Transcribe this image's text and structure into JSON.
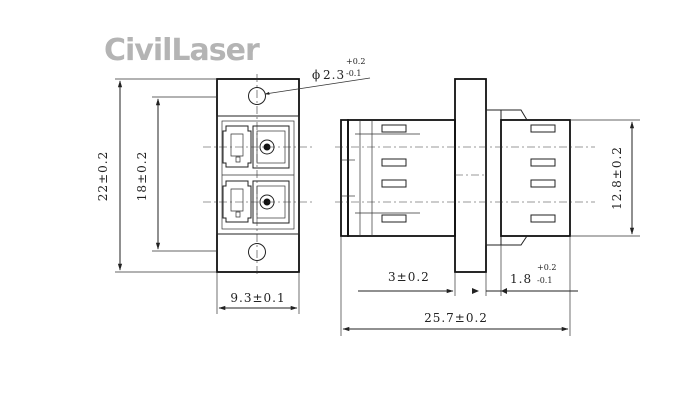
{
  "brand": {
    "logo_text": "CivilLaser",
    "logo_color": "#b4b4b4"
  },
  "dimensions": {
    "hole_diameter": {
      "symbol": "ϕ",
      "value": "2.3",
      "tol_upper": "+0.2",
      "tol_lower": "-0.1"
    },
    "outer_height": "22±0.2",
    "inner_height": "18±0.2",
    "width": "9.3±0.1",
    "side_height": "12.8±0.2",
    "flange_thickness": "3±0.2",
    "gap": {
      "value": "1.8",
      "tol_upper": "+0.2",
      "tol_lower": "-0.1"
    },
    "total_length": "25.7±0.2"
  },
  "colors": {
    "line": "#222222",
    "background": "#ffffff"
  }
}
